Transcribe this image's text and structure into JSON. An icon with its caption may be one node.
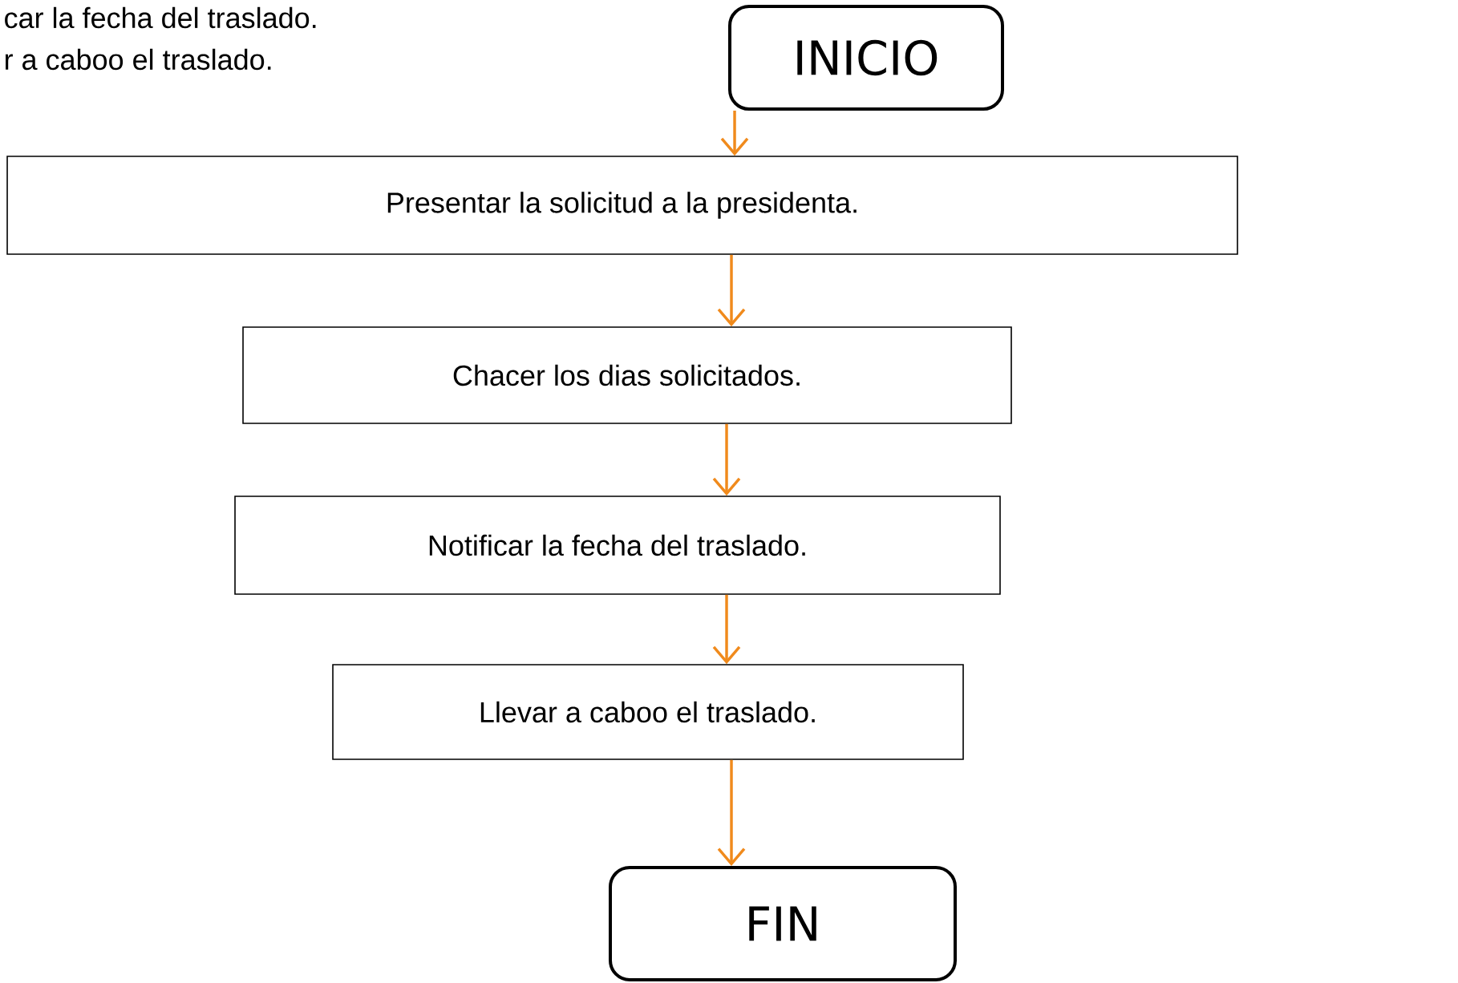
{
  "diagram": {
    "nodes": [
      {
        "text": [
          "INICIO"
        ]
      },
      {
        "text": [
          "Presentar la solicitud a la presidenta."
        ]
      },
      {
        "text": [
          "Chacer los dias solicitados."
        ]
      },
      {
        "text": [
          "Notificar la fecha del traslado."
        ]
      },
      {
        "text": [
          "Llevar a  caboo el traslado."
        ]
      },
      {
        "text": [
          "FIN"
        ]
      }
    ],
    "edges": [
      {
        "from": 0,
        "to": 1,
        "arrow": "to"
      },
      {
        "from": 1,
        "to": 2,
        "arrow": "to"
      },
      {
        "from": 2,
        "to": 3,
        "arrow": "to"
      },
      {
        "from": 3,
        "to": 4,
        "arrow": "to"
      },
      {
        "from": 4,
        "to": 5,
        "arrow": "to"
      }
    ],
    "labels": [
      "car la fecha del traslado.",
      "r a  caboo el traslado."
    ]
  }
}
